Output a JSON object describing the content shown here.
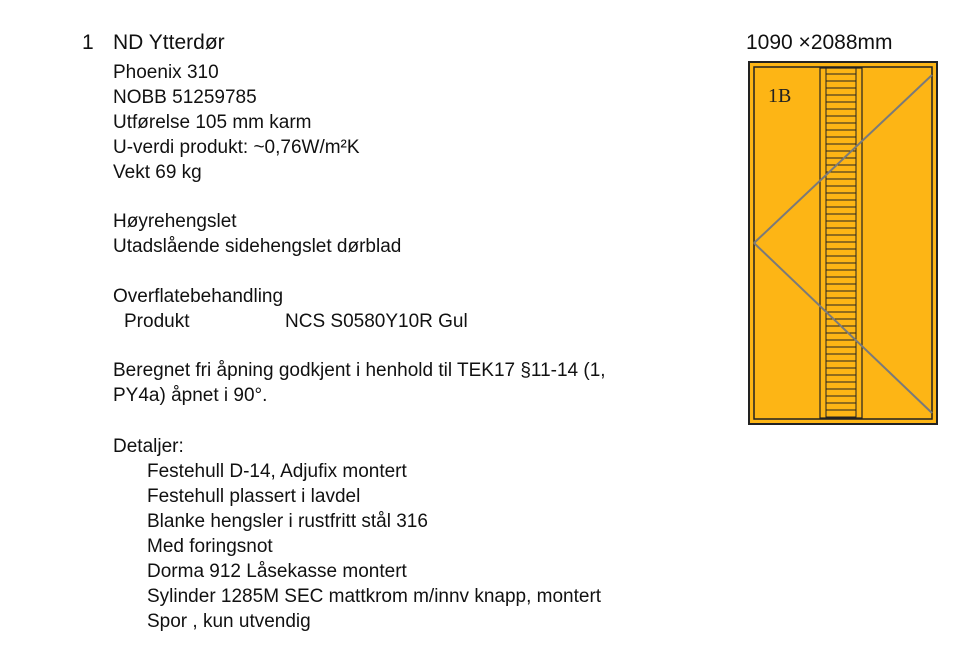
{
  "item": {
    "number": "1",
    "title": "ND Ytterdør",
    "dimensions": "1090 ×2088mm"
  },
  "specs": [
    "Phoenix 310",
    "NOBB 51259785",
    "Utførelse 105 mm karm",
    "U-verdi produkt: ~0,76W/m²K",
    "Vekt 69 kg"
  ],
  "hinge": [
    "Høyrehengslet",
    "Utadslående sidehengslet dørblad"
  ],
  "surface": {
    "heading": "Overflatebehandling",
    "label": "Produkt",
    "value": "NCS S0580Y10R Gul"
  },
  "opening": [
    "Beregnet fri åpning godkjent i henhold til TEK17 §11-14 (1,",
    "PY4a) åpnet i 90°."
  ],
  "details": {
    "heading": "Detaljer:",
    "items": [
      "Festehull D-14, Adjufix montert",
      "Festehull plassert i lavdel",
      "Blanke hengsler i rustfritt stål 316",
      "Med foringsnot",
      "Dorma 912 Låsekasse montert",
      "Sylinder 1285M SEC mattkrom m/innv knapp, montert",
      "Spor , kun utvendig"
    ]
  },
  "drawing": {
    "tag": "1B",
    "fill_color": "#FDB515",
    "line_color": "#222222",
    "swing_line_color": "#7a7a7a"
  }
}
